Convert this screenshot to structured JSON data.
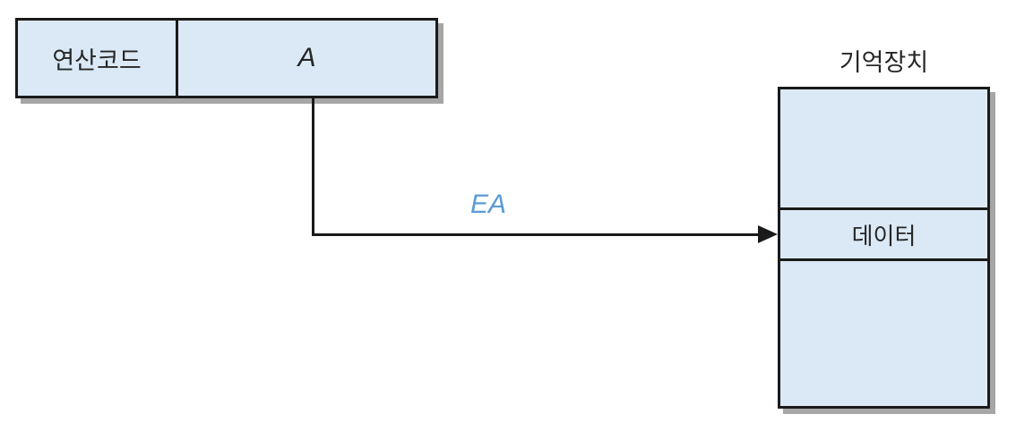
{
  "diagram": {
    "instruction": {
      "opcode_label": "연산코드",
      "address_label": "A"
    },
    "arrow": {
      "label": "EA"
    },
    "memory": {
      "title": "기억장치",
      "cells": [
        "",
        "데이터",
        ""
      ]
    },
    "colors": {
      "box_fill": "#dbe9f6",
      "box_border": "#1a1a1a",
      "box_shadow": "#a6a6a6",
      "ea_label_color": "#5b9bd5",
      "text_color": "#262626",
      "background": "#ffffff"
    }
  }
}
